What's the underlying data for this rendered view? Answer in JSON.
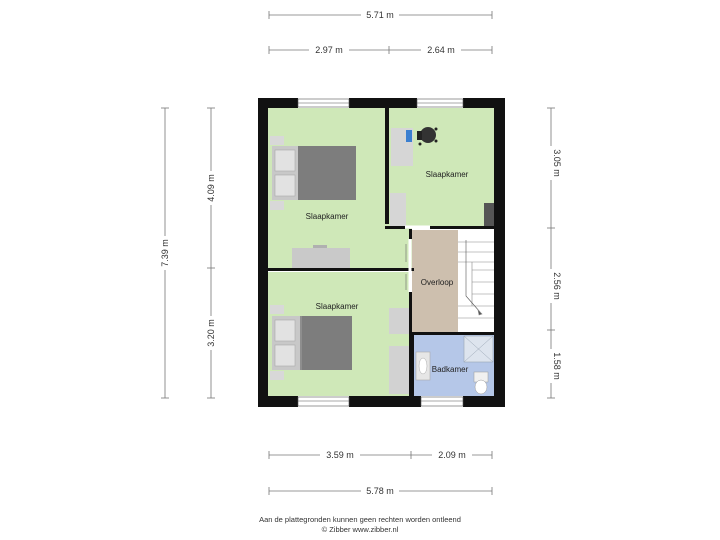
{
  "dimensions": {
    "total_width_top": "5.71 m",
    "top_left": "2.97 m",
    "top_right": "2.64 m",
    "total_height_left": "7.39 m",
    "left_upper": "4.09 m",
    "left_lower": "3.20 m",
    "right_upper": "3.05 m",
    "right_middle": "2.56 m",
    "right_lower": "1.58 m",
    "bottom_left": "3.59 m",
    "bottom_right": "2.09 m",
    "total_width_bottom": "5.78 m"
  },
  "rooms": {
    "bedroom_top_left": "Slaapkamer",
    "bedroom_top_right": "Slaapkamer",
    "bedroom_bottom_left": "Slaapkamer",
    "landing": "Overloop",
    "bathroom": "Badkamer"
  },
  "colors": {
    "bedroom": "#cfe8b8",
    "landing": "#cdbfae",
    "bathroom": "#b5c7e8",
    "wall": "#111111",
    "furniture": "#8a8a8a"
  },
  "footer": {
    "disclaimer": "Aan de plattegronden kunnen geen rechten worden ontleend",
    "credit": "© Zibber www.zibber.nl"
  }
}
